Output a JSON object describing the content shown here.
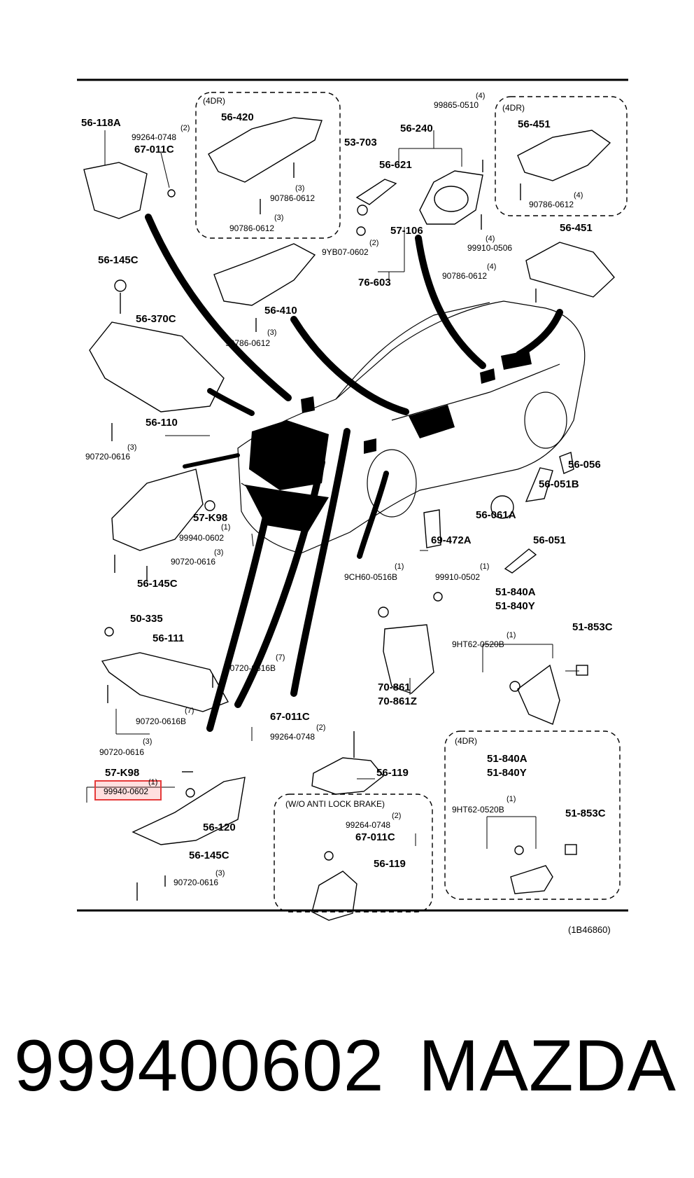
{
  "diagram": {
    "catalog_id": "(1B46860)",
    "boxes": {
      "box_4dr_a": "(4DR)",
      "box_4dr_b": "(4DR)",
      "box_4dr_c": "(4DR)",
      "box_wo_abs": "(W/O ANTI LOCK BRAKE)"
    },
    "labels": {
      "l_56_118a": "56-118A",
      "l_99264_0748_a": "99264-0748",
      "l_q2_a": "(2)",
      "l_67_011c_a": "67-011C",
      "l_56_420": "56-420",
      "l_90786_0612_a": "90786-0612",
      "l_q3_a": "(3)",
      "l_90786_0612_b": "90786-0612",
      "l_q3_b": "(3)",
      "l_53_703": "53-703",
      "l_56_240": "56-240",
      "l_56_621": "56-621",
      "l_99865_0510": "99865-0510",
      "l_q4_a": "(4)",
      "l_56_451_a": "56-451",
      "l_90786_0612_c": "90786-0612",
      "l_q4_b": "(4)",
      "l_57_106": "57-106",
      "l_9yb07_0602": "9YB07-0602",
      "l_q2_b": "(2)",
      "l_76_603": "76-603",
      "l_99910_0506": "99910-0506",
      "l_q4_c": "(4)",
      "l_56_451_b": "56-451",
      "l_90786_0612_d": "90786-0612",
      "l_q4_d": "(4)",
      "l_56_145c_a": "56-145C",
      "l_56_410": "56-410",
      "l_90786_0612_e": "90786-0612",
      "l_q3_c": "(3)",
      "l_56_370c": "56-370C",
      "l_56_110": "56-110",
      "l_90720_0616_a": "90720-0616",
      "l_q3_d": "(3)",
      "l_57_k98_a": "57-K98",
      "l_99940_0602_a": "99940-0602",
      "l_q1_a": "(1)",
      "l_90720_0616_b": "90720-0616",
      "l_q3_e": "(3)",
      "l_56_145c_b": "56-145C",
      "l_56_056": "56-056",
      "l_56_051b": "56-051B",
      "l_56_061a": "56-061A",
      "l_69_472a": "69-472A",
      "l_56_051": "56-051",
      "l_9ch60_0516b": "9CH60-0516B",
      "l_q1_b": "(1)",
      "l_99910_0502": "99910-0502",
      "l_q1_c": "(1)",
      "l_51_840a_a": "51-840A",
      "l_51_840y_a": "51-840Y",
      "l_51_853c_a": "51-853C",
      "l_9ht62_0520b_a": "9HT62-0520B",
      "l_q1_d": "(1)",
      "l_70_861": "70-861",
      "l_70_861z": "70-861Z",
      "l_50_335": "50-335",
      "l_56_111": "56-111",
      "l_90720_0616b_a": "90720-0616B",
      "l_q7_a": "(7)",
      "l_90720_0616b_b": "90720-0616B",
      "l_q7_b": "(7)",
      "l_67_011c_b": "67-011C",
      "l_99264_0748_b": "99264-0748",
      "l_q2_c": "(2)",
      "l_56_119_a": "56-119",
      "l_90720_0616_c": "90720-0616",
      "l_q3_f": "(3)",
      "l_57_k98_b": "57-K98",
      "l_99940_0602_b": "99940-0602",
      "l_q1_e": "(1)",
      "l_56_120": "56-120",
      "l_56_145c_c": "56-145C",
      "l_90720_0616_d": "90720-0616",
      "l_q3_g": "(3)",
      "l_99264_0748_c": "99264-0748",
      "l_q2_d": "(2)",
      "l_67_011c_c": "67-011C",
      "l_56_119_b": "56-119",
      "l_51_840a_b": "51-840A",
      "l_51_840y_b": "51-840Y",
      "l_9ht62_0520b_b": "9HT62-0520B",
      "l_q1_f": "(1)",
      "l_51_853c_b": "51-853C"
    }
  },
  "footer": {
    "part_number": "999400602",
    "brand": "MAZDA"
  }
}
